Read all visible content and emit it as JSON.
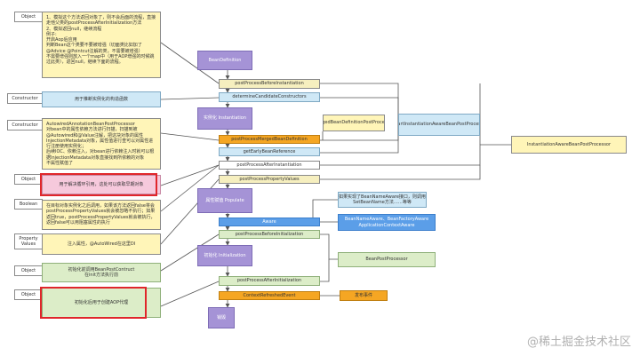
{
  "tags": {
    "object_top": "Object",
    "constructor_1": "Constructor",
    "constructor_2": "Constructor",
    "object_mid": "Object",
    "boolean": "Boolean",
    "property_values": "Property\nValues",
    "object_lower": "Object",
    "object_bottom": "Object"
  },
  "notes": {
    "top": "1、模拟这个方法返回对象了，则不会后面的流程，直接走他父类的postProcessAfterInitialization方法\n2、模拟返回null，继续流程\n例子:\n开启Aop后应用\n判断Bean这个类要不要被增强（切面类比如加了@Advice @Pointcut注解的类，不需要被增强）\n不需要增强则放入一个map中（用于AOP增强的时候跳过此类），返回null，继续下面的流程。",
    "constructor_choice": "用于推断实例化的构造函数",
    "merged": "AutowiredAnnotationBeanPostProcessor\n对bean中的属性依赖方法进行扫描，扫描到被@Autowired和@Value注解，把这块对象的属性InjectionMetadata对象，属性值进行查可以对属性进行注册使用实例化；\n后续IOC、依赖注入，对bean进行依赖注入时就可以根据InjectionMetadata对象直接找到所依赖的对象\n不属性赋值了",
    "early_ref": "用于解决循环引用，这处可以获取早期对象",
    "boolean_note": "在目标对象实例化之后调用，如果该方法返回false将会postProcessPropertyValues就会被忽略不执行；如果返回true，postProcessPropertyValues就会被执行，返回false可以用阻塞属性的执行",
    "property_note": "注入属性，@AutoWired在这里DI",
    "init_before_note": "初始化前调用BeanPostContruct\n在init方法执行前",
    "aop_note": "初始化后用于创建AOP代理"
  },
  "flow": {
    "bean_definition": "BeanDefinition",
    "post_before_inst": "postProcessBeforeInstantiation",
    "determine_ctors": "determineCandidateConstructors",
    "instantiation": "实例化 Instantiation",
    "post_merged": "postProcessMergedBeanDefinition",
    "get_early": "getEarlyBeanReference",
    "post_after_inst": "postProcessAfterInstantiation",
    "post_prop_values": "postProcessPropertyValues",
    "populate": "属性赋值 Populate",
    "aware": "Aware",
    "post_before_init": "postProcessBeforeInitialization",
    "initialization": "初始化 Initialization",
    "post_after_init": "postProcessAfterInitialization",
    "context_refreshed": "ContextRefreshedEvent",
    "destroy": "销毁"
  },
  "side": {
    "merged_bd_pp": "MergedBeanDefinitionPostProcessor",
    "smart_inst_aware": "SmartInstantiationAwareBeanPostProcessor",
    "inst_aware_bpp": "InstantiationAwareBeanPostProcessor",
    "aware_note": "如果实现了BeanNameAware接口，则调用SetBeanName方法……等等",
    "aware_names": "BeanNameAware、BeanFactoryAware\nApplicationContextAware",
    "bean_post_processor": "BeanPostProcessor",
    "publish_event": "发布事件"
  },
  "watermark": "@稀土掘金技术社区"
}
